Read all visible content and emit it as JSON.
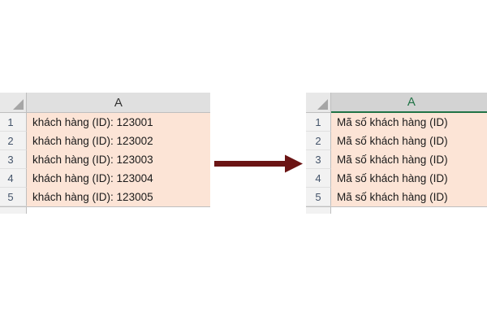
{
  "diagram": {
    "title": "Excel text transformation before and after",
    "background_color": "#ffffff",
    "cell_fill_color": "#FCE4D6",
    "header_fill_color": "#E0E0E0",
    "selected_header_fill_color": "#D3D3D3",
    "selected_header_text_color": "#217346",
    "arrow_color": "#6B1414"
  },
  "source_sheet": {
    "name": "source-spreadsheet",
    "corner_icon": "select-all-triangle-icon",
    "column_header": "A",
    "column_selected": false,
    "row_headers": [
      "1",
      "2",
      "3",
      "4",
      "5"
    ],
    "rows": [
      {
        "row_number": "1",
        "value": "khách hàng (ID): 123001"
      },
      {
        "row_number": "2",
        "value": "khách hàng (ID): 123002"
      },
      {
        "row_number": "3",
        "value": "khách hàng (ID): 123003"
      },
      {
        "row_number": "4",
        "value": "khách hàng (ID): 123004"
      },
      {
        "row_number": "5",
        "value": "khách hàng (ID): 123005"
      }
    ]
  },
  "result_sheet": {
    "name": "result-spreadsheet",
    "corner_icon": "select-all-triangle-icon",
    "column_header": "A",
    "column_selected": true,
    "row_headers": [
      "1",
      "2",
      "3",
      "4",
      "5"
    ],
    "rows": [
      {
        "row_number": "1",
        "value": "Mã số khách hàng (ID)"
      },
      {
        "row_number": "2",
        "value": "Mã số khách hàng (ID)"
      },
      {
        "row_number": "3",
        "value": "Mã số khách hàng (ID)"
      },
      {
        "row_number": "4",
        "value": "Mã số khách hàng (ID)"
      },
      {
        "row_number": "5",
        "value": "Mã số khách hàng (ID)"
      }
    ]
  },
  "arrow": {
    "name": "transform-arrow",
    "direction": "right",
    "label": ""
  }
}
